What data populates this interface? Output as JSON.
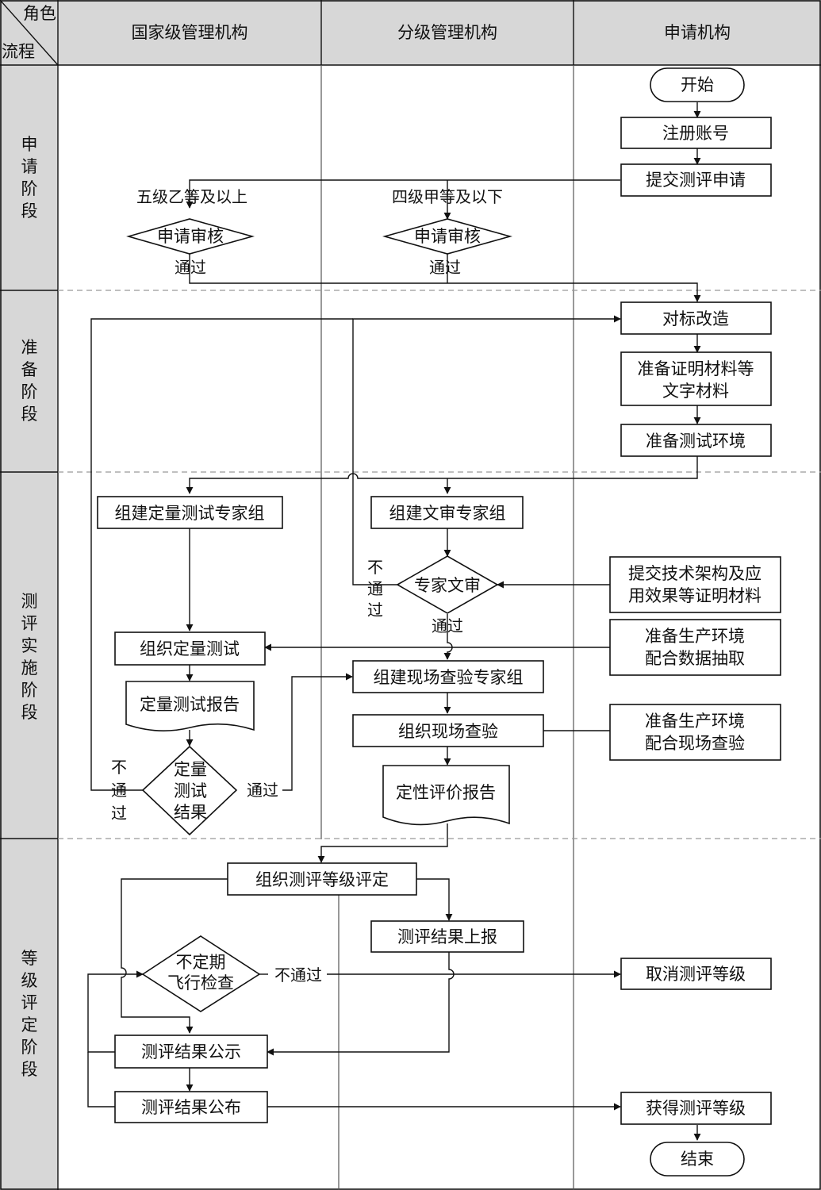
{
  "header": {
    "corner_top": "角色",
    "corner_bottom": "流程",
    "lanes": [
      "国家级管理机构",
      "分级管理机构",
      "申请机构"
    ]
  },
  "stages": [
    {
      "label": "申请阶段"
    },
    {
      "label": "准备阶段"
    },
    {
      "label": "测评实施阶段"
    },
    {
      "label": "等级评定阶段"
    }
  ],
  "nodes": {
    "start": "开始",
    "register": "注册账号",
    "submit_apply": "提交测评申请",
    "level_high": "五级乙等及以上",
    "level_low": "四级甲等及以下",
    "review_national": "申请审核",
    "review_branch": "申请审核",
    "pass_national": "通过",
    "pass_branch": "通过",
    "benchmark": "对标改造",
    "prepare_docs": [
      "准备证明材料等",
      "文字材料"
    ],
    "prepare_env": "准备测试环境",
    "quant_group": "组建定量测试专家组",
    "doc_group": "组建文审专家组",
    "doc_fail": [
      "不",
      "通",
      "过"
    ],
    "expert_review": "专家文审",
    "doc_pass": "通过",
    "submit_arch": [
      "提交技术架构及应",
      "用效果等证明材料"
    ],
    "org_quant": "组织定量测试",
    "prod_env_data": [
      "准备生产环境",
      "配合数据抽取"
    ],
    "quant_report": "定量测试报告",
    "onsite_group": "组建现场查验专家组",
    "org_onsite": "组织现场查验",
    "prod_env_onsite": [
      "准备生产环境",
      "配合现场查验"
    ],
    "quant_fail": [
      "不",
      "通",
      "过"
    ],
    "quant_result": [
      "定量",
      "测试",
      "结果"
    ],
    "quant_pass": "通过",
    "qual_report": "定性评价报告",
    "org_rating": "组织测评等级评定",
    "report_result": "测评结果上报",
    "inspection": [
      "不定期",
      "飞行检查"
    ],
    "inspection_fail": "不通过",
    "cancel_level": "取消测评等级",
    "publicize": "测评结果公示",
    "publish": "测评结果公布",
    "get_level": "获得测评等级",
    "end": "结束"
  }
}
